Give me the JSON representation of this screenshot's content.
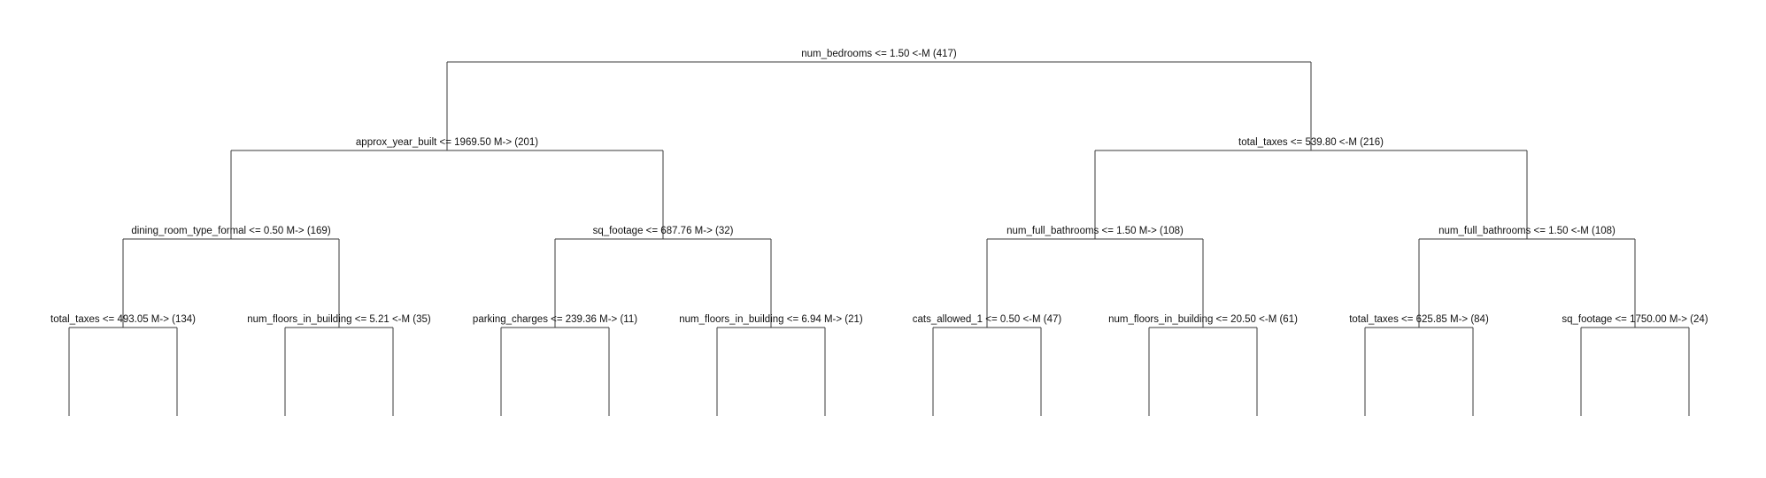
{
  "tree": {
    "root": {
      "label": "num_bedrooms <= 1.50 <-M (417)",
      "left": {
        "label": "approx_year_built <= 1969.50 M-> (201)",
        "left": {
          "label": "dining_room_type_formal <= 0.50 M-> (169)",
          "left": {
            "label": "total_taxes <= 493.05 M-> (134)"
          },
          "right": {
            "label": "num_floors_in_building <= 5.21 <-M (35)"
          }
        },
        "right": {
          "label": "sq_footage <= 687.76 M-> (32)",
          "left": {
            "label": "parking_charges <= 239.36 M-> (11)"
          },
          "right": {
            "label": "num_floors_in_building <= 6.94 M-> (21)"
          }
        }
      },
      "right": {
        "label": "total_taxes <= 539.80 <-M (216)",
        "left": {
          "label": "num_full_bathrooms <= 1.50 M-> (108)",
          "left": {
            "label": "cats_allowed_1 <= 0.50 <-M (47)"
          },
          "right": {
            "label": "num_floors_in_building <= 20.50 <-M (61)"
          }
        },
        "right": {
          "label": "num_full_bathrooms <= 1.50 <-M (108)",
          "left": {
            "label": "total_taxes <= 625.85 M-> (84)"
          },
          "right": {
            "label": "sq_footage <= 1750.00 M-> (24)"
          }
        }
      }
    }
  }
}
